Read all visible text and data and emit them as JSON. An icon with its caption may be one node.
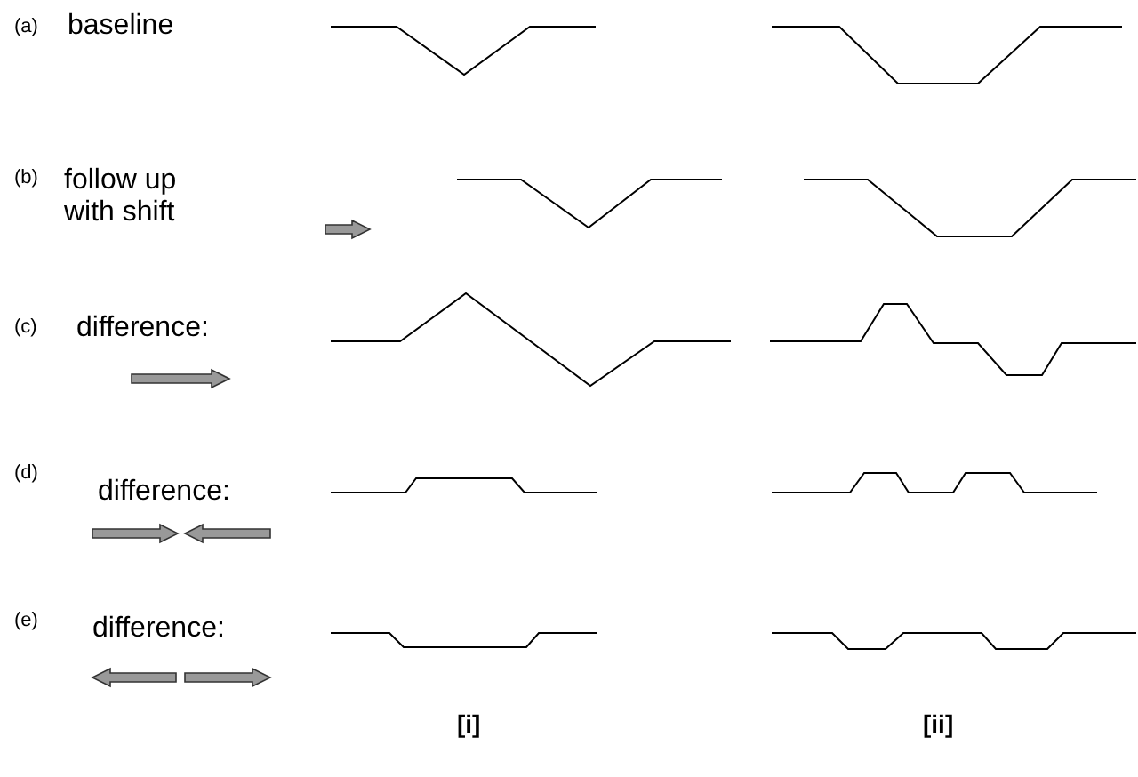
{
  "diagram": {
    "labels": [
      "(a)",
      "baseline",
      "(b)",
      "follow up with shift",
      "(c)",
      "difference:",
      "(d)",
      "difference:",
      "(e)",
      "difference:",
      "[i]",
      "[ii]"
    ]
  }
}
